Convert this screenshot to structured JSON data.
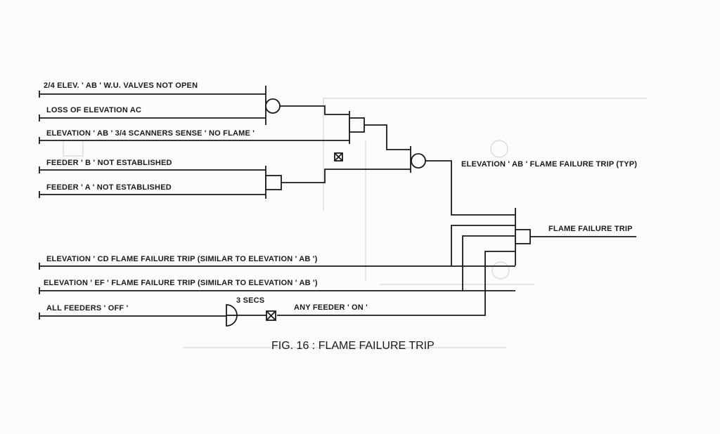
{
  "inputs": {
    "wu_valves": "2/4 ELEV. ' AB '   W.U. VALVES NOT OPEN",
    "loss_ac": "LOSS OF ELEVATION AC",
    "scanners": "ELEVATION ' AB '  3/4  SCANNERS  SENSE  ' NO FLAME '",
    "feeder_b": "FEEDER ' B ' NOT ESTABLISHED",
    "feeder_a": "FEEDER ' A ' NOT ESTABLISHED",
    "elev_cd": "ELEVATION ' CD   FLAME FAILURE TRIP   (SIMILAR TO ELEVATION ' AB ')",
    "elev_ef": "ELEVATION ' EF ' FLAME FAILURE TRIP   (SIMILAR TO ELEVATION ' AB ')",
    "all_feeders_off": "ALL FEEDERS ' OFF '"
  },
  "outputs": {
    "elev_ab_trip": "ELEVATION ' AB '   FLAME FAILURE TRIP (TYP)",
    "flame_failure_trip": "FLAME FAILURE TRIP"
  },
  "timer_label": "3 SECS",
  "any_feeder_on": "ANY FEEDER ' ON '",
  "caption": "FIG. 16 : FLAME FAILURE TRIP"
}
